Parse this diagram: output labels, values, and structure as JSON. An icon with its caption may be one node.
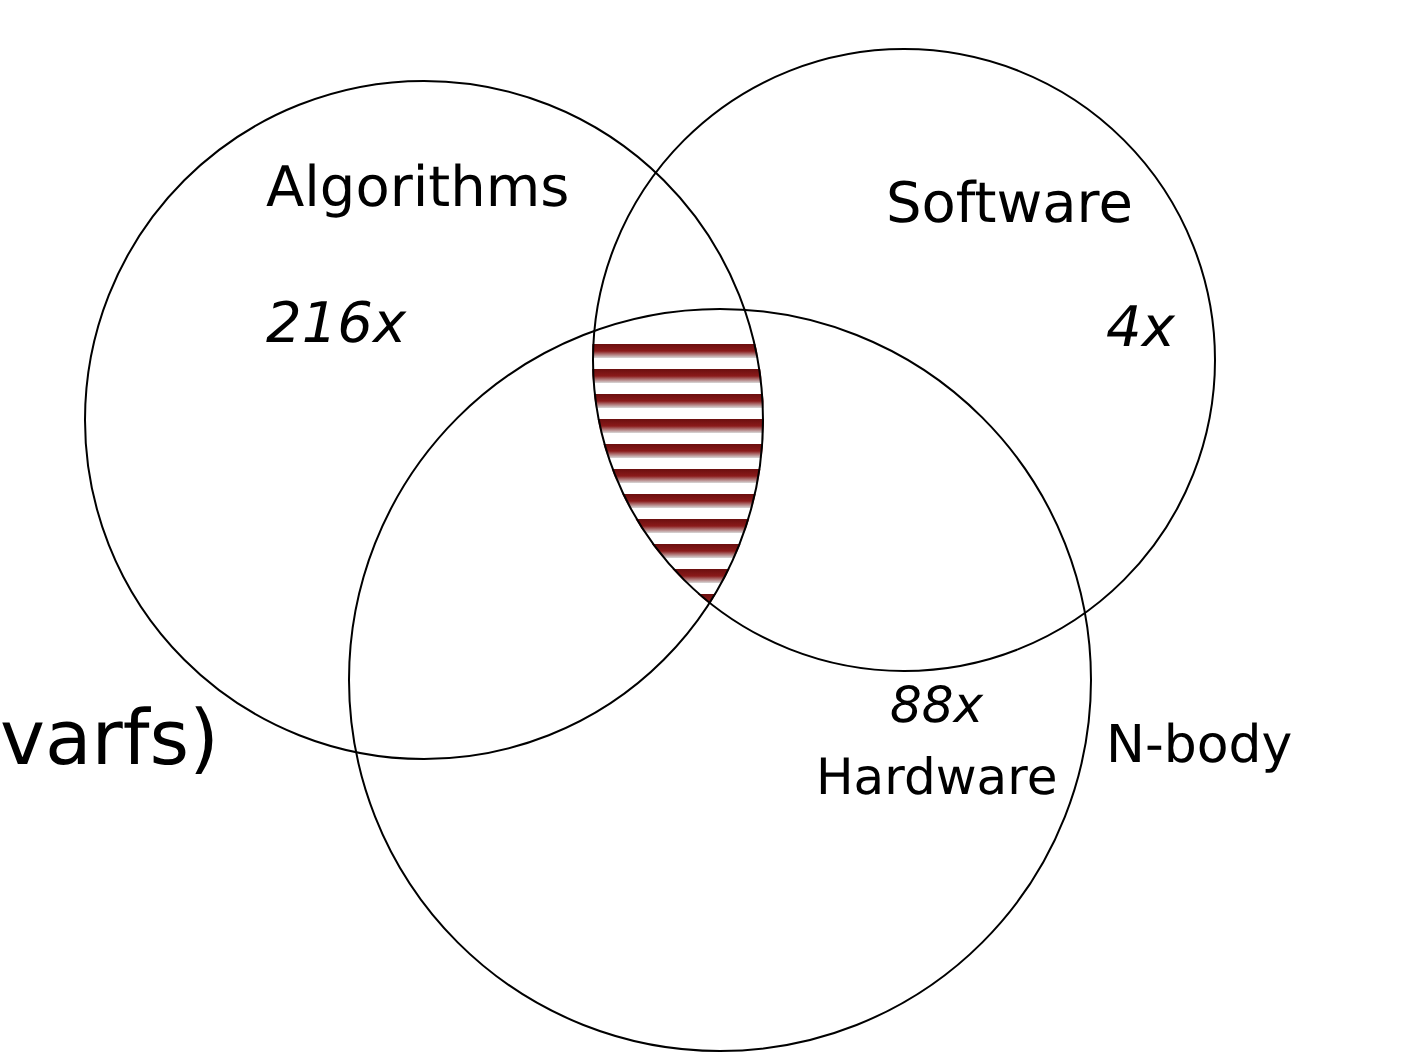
{
  "diagram": {
    "nodes": [
      {
        "text": [
          "Algorithms",
          "216x"
        ]
      },
      {
        "text": [
          "Software",
          "4x"
        ]
      },
      {
        "text": [
          "88x",
          "Hardware"
        ]
      }
    ],
    "labels": [
      "varfs)",
      "N-body"
    ]
  }
}
